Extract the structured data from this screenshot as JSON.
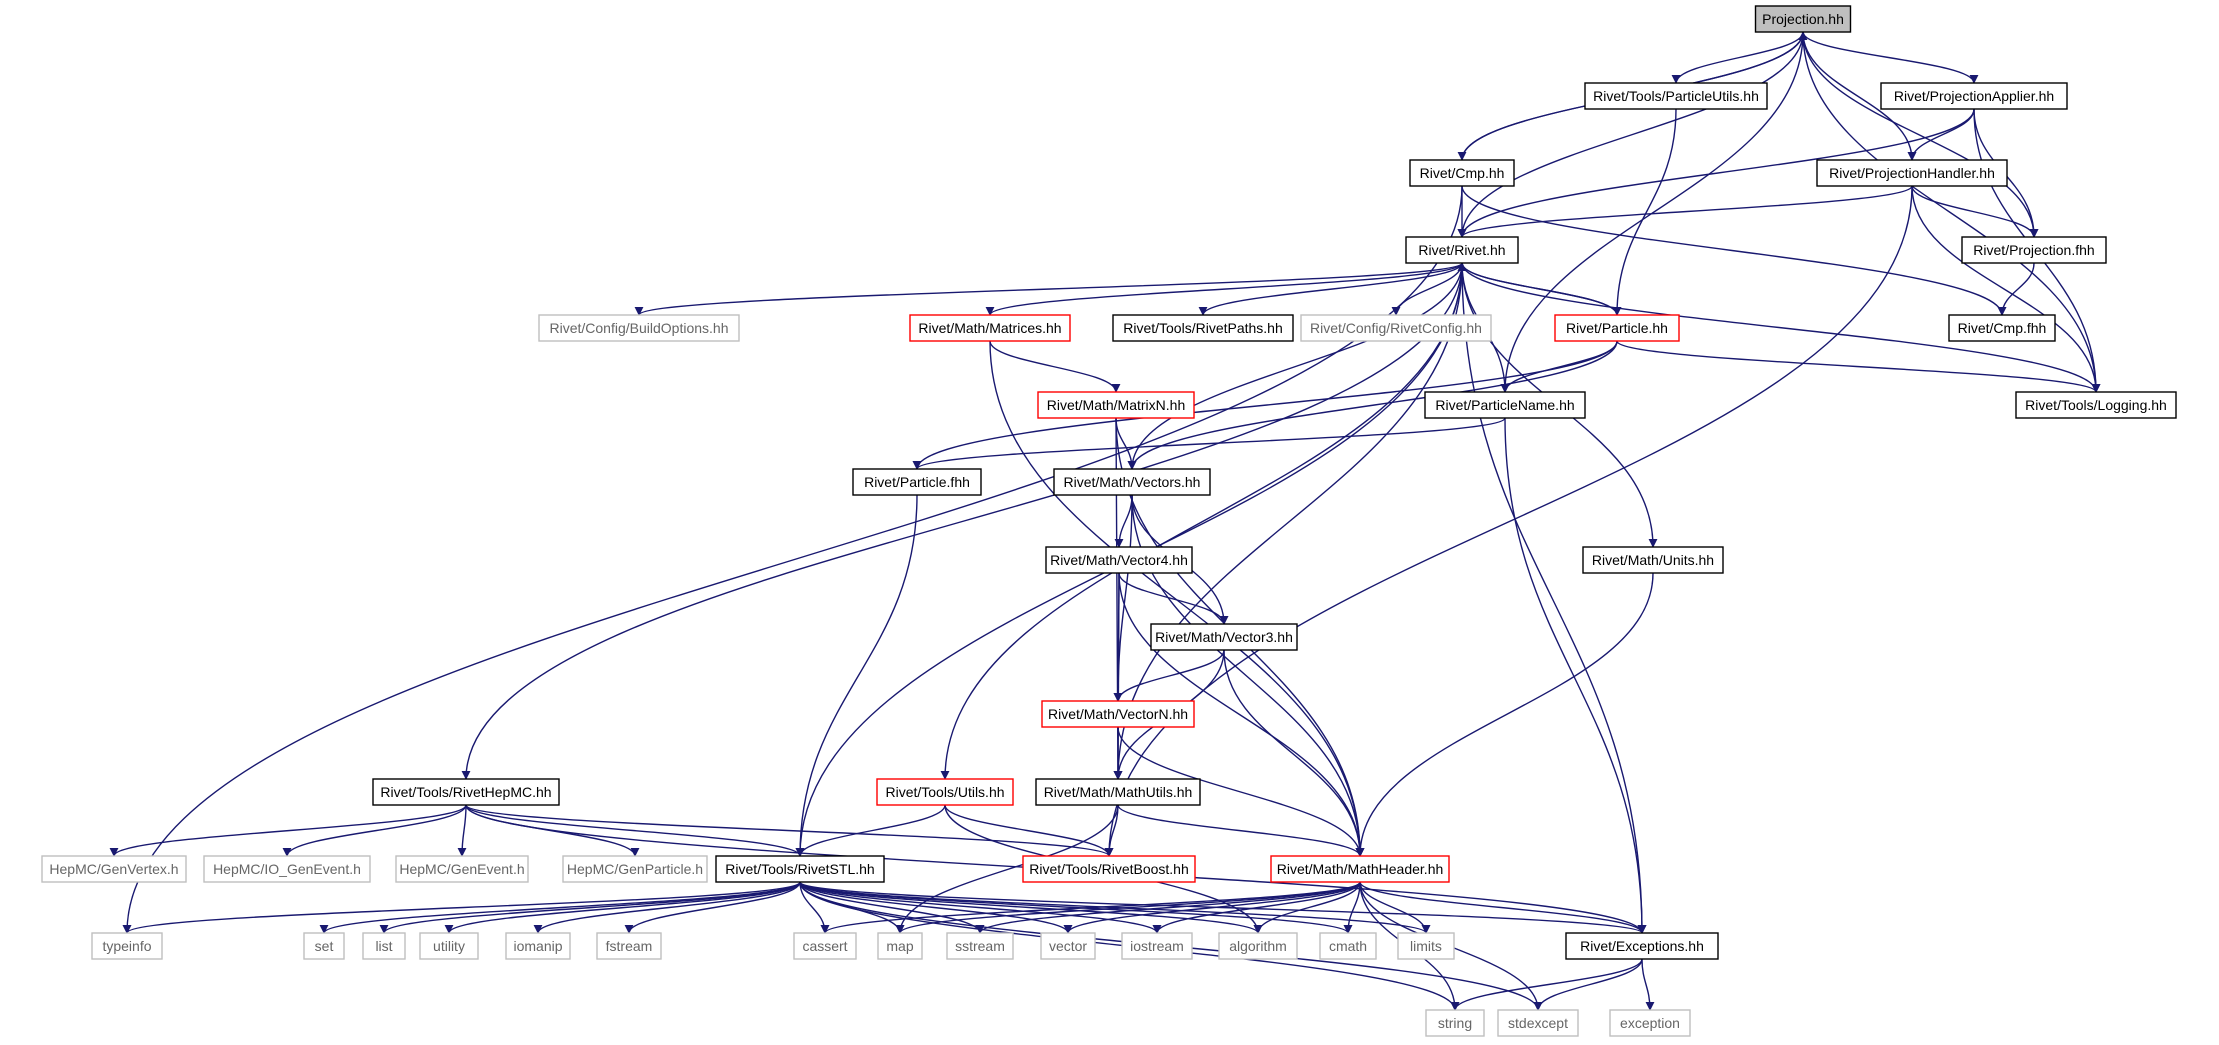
{
  "colors": {
    "edge": "#191970",
    "root_fill": "#bfbfbf",
    "border_normal": "#000000",
    "border_incomplete": "#ff0000",
    "border_external": "#bfbfbf",
    "text_normal": "#000000",
    "text_external": "#666666"
  },
  "nodes": [
    {
      "id": "projection",
      "label": "Projection.hh",
      "kind": "root"
    },
    {
      "id": "particleutils",
      "label": "Rivet/Tools/ParticleUtils.hh",
      "kind": "normal"
    },
    {
      "id": "projapplier",
      "label": "Rivet/ProjectionApplier.hh",
      "kind": "normal"
    },
    {
      "id": "cmp",
      "label": "Rivet/Cmp.hh",
      "kind": "normal"
    },
    {
      "id": "projhandler",
      "label": "Rivet/ProjectionHandler.hh",
      "kind": "normal"
    },
    {
      "id": "rivet",
      "label": "Rivet/Rivet.hh",
      "kind": "normal"
    },
    {
      "id": "projfhh",
      "label": "Rivet/Projection.fhh",
      "kind": "normal"
    },
    {
      "id": "buildoptions",
      "label": "Rivet/Config/BuildOptions.hh",
      "kind": "external"
    },
    {
      "id": "matrices",
      "label": "Rivet/Math/Matrices.hh",
      "kind": "incomplete"
    },
    {
      "id": "rivetpaths",
      "label": "Rivet/Tools/RivetPaths.hh",
      "kind": "normal"
    },
    {
      "id": "rivetconfig",
      "label": "Rivet/Config/RivetConfig.hh",
      "kind": "external"
    },
    {
      "id": "particle",
      "label": "Rivet/Particle.hh",
      "kind": "incomplete"
    },
    {
      "id": "cmpfhh",
      "label": "Rivet/Cmp.fhh",
      "kind": "normal"
    },
    {
      "id": "matrixn",
      "label": "Rivet/Math/MatrixN.hh",
      "kind": "incomplete"
    },
    {
      "id": "particlename",
      "label": "Rivet/ParticleName.hh",
      "kind": "normal"
    },
    {
      "id": "logging",
      "label": "Rivet/Tools/Logging.hh",
      "kind": "normal"
    },
    {
      "id": "particlefhh",
      "label": "Rivet/Particle.fhh",
      "kind": "normal"
    },
    {
      "id": "vectors",
      "label": "Rivet/Math/Vectors.hh",
      "kind": "normal"
    },
    {
      "id": "vector4",
      "label": "Rivet/Math/Vector4.hh",
      "kind": "normal"
    },
    {
      "id": "units",
      "label": "Rivet/Math/Units.hh",
      "kind": "normal"
    },
    {
      "id": "vector3",
      "label": "Rivet/Math/Vector3.hh",
      "kind": "normal"
    },
    {
      "id": "vectorn",
      "label": "Rivet/Math/VectorN.hh",
      "kind": "incomplete"
    },
    {
      "id": "rivethepmc",
      "label": "Rivet/Tools/RivetHepMC.hh",
      "kind": "normal"
    },
    {
      "id": "utils",
      "label": "Rivet/Tools/Utils.hh",
      "kind": "incomplete"
    },
    {
      "id": "mathutils",
      "label": "Rivet/Math/MathUtils.hh",
      "kind": "normal"
    },
    {
      "id": "genvertex",
      "label": "HepMC/GenVertex.h",
      "kind": "external"
    },
    {
      "id": "io_genevent",
      "label": "HepMC/IO_GenEvent.h",
      "kind": "external"
    },
    {
      "id": "genevent",
      "label": "HepMC/GenEvent.h",
      "kind": "external"
    },
    {
      "id": "genparticle",
      "label": "HepMC/GenParticle.h",
      "kind": "external"
    },
    {
      "id": "rivetstl",
      "label": "Rivet/Tools/RivetSTL.hh",
      "kind": "normal"
    },
    {
      "id": "rivetboost",
      "label": "Rivet/Tools/RivetBoost.hh",
      "kind": "incomplete"
    },
    {
      "id": "mathheader",
      "label": "Rivet/Math/MathHeader.hh",
      "kind": "incomplete"
    },
    {
      "id": "typeinfo",
      "label": "typeinfo",
      "kind": "external"
    },
    {
      "id": "set",
      "label": "set",
      "kind": "external"
    },
    {
      "id": "list",
      "label": "list",
      "kind": "external"
    },
    {
      "id": "utility",
      "label": "utility",
      "kind": "external"
    },
    {
      "id": "iomanip",
      "label": "iomanip",
      "kind": "external"
    },
    {
      "id": "fstream",
      "label": "fstream",
      "kind": "external"
    },
    {
      "id": "cassert",
      "label": "cassert",
      "kind": "external"
    },
    {
      "id": "map",
      "label": "map",
      "kind": "external"
    },
    {
      "id": "sstream",
      "label": "sstream",
      "kind": "external"
    },
    {
      "id": "vector",
      "label": "vector",
      "kind": "external"
    },
    {
      "id": "iostream",
      "label": "iostream",
      "kind": "external"
    },
    {
      "id": "algorithm",
      "label": "algorithm",
      "kind": "external"
    },
    {
      "id": "cmath",
      "label": "cmath",
      "kind": "external"
    },
    {
      "id": "limits",
      "label": "limits",
      "kind": "external"
    },
    {
      "id": "exceptions",
      "label": "Rivet/Exceptions.hh",
      "kind": "normal"
    },
    {
      "id": "string",
      "label": "string",
      "kind": "external"
    },
    {
      "id": "stdexcept",
      "label": "stdexcept",
      "kind": "external"
    },
    {
      "id": "exception",
      "label": "exception",
      "kind": "external"
    }
  ],
  "edges": [
    [
      "projection",
      "particleutils"
    ],
    [
      "projection",
      "projapplier"
    ],
    [
      "projection",
      "cmp"
    ],
    [
      "projection",
      "projhandler"
    ],
    [
      "projection",
      "rivet"
    ],
    [
      "projection",
      "projfhh"
    ],
    [
      "projection",
      "particlename"
    ],
    [
      "projection",
      "logging"
    ],
    [
      "cmp",
      "projection"
    ],
    [
      "cmp",
      "rivet"
    ],
    [
      "cmp",
      "cmpfhh"
    ],
    [
      "cmp",
      "typeinfo"
    ],
    [
      "particleutils",
      "particle"
    ],
    [
      "projapplier",
      "rivet"
    ],
    [
      "projapplier",
      "projhandler"
    ],
    [
      "projapplier",
      "projfhh"
    ],
    [
      "projapplier",
      "logging"
    ],
    [
      "projhandler",
      "rivet"
    ],
    [
      "projhandler",
      "projfhh"
    ],
    [
      "projhandler",
      "logging"
    ],
    [
      "projhandler",
      "rivetboost"
    ],
    [
      "projfhh",
      "cmpfhh"
    ],
    [
      "rivet",
      "buildoptions"
    ],
    [
      "rivet",
      "matrices"
    ],
    [
      "rivet",
      "rivetpaths"
    ],
    [
      "rivet",
      "rivetconfig"
    ],
    [
      "rivet",
      "particle"
    ],
    [
      "rivet",
      "particlename"
    ],
    [
      "rivet",
      "vectors"
    ],
    [
      "rivet",
      "units"
    ],
    [
      "rivet",
      "rivethepmc"
    ],
    [
      "rivet",
      "utils"
    ],
    [
      "rivet",
      "mathutils"
    ],
    [
      "rivet",
      "rivetstl"
    ],
    [
      "rivet",
      "exceptions"
    ],
    [
      "particle",
      "rivet"
    ],
    [
      "particle",
      "particlename"
    ],
    [
      "particle",
      "particlefhh"
    ],
    [
      "particle",
      "logging"
    ],
    [
      "particle",
      "vectors"
    ],
    [
      "logging",
      "rivet"
    ],
    [
      "matrices",
      "matrixn"
    ],
    [
      "matrices",
      "mathheader"
    ],
    [
      "matrixn",
      "vectors"
    ],
    [
      "matrixn",
      "mathutils"
    ],
    [
      "matrixn",
      "mathheader"
    ],
    [
      "particlename",
      "particlefhh"
    ],
    [
      "particlename",
      "exceptions"
    ],
    [
      "particlefhh",
      "rivetstl"
    ],
    [
      "vectors",
      "vector4"
    ],
    [
      "vectors",
      "vector3"
    ],
    [
      "vectors",
      "vectorn"
    ],
    [
      "vectors",
      "mathheader"
    ],
    [
      "vector4",
      "vector3"
    ],
    [
      "vector4",
      "vectorn"
    ],
    [
      "vector4",
      "mathutils"
    ],
    [
      "vector4",
      "mathheader"
    ],
    [
      "vector3",
      "vectorn"
    ],
    [
      "vector3",
      "mathutils"
    ],
    [
      "vector3",
      "mathheader"
    ],
    [
      "vectorn",
      "mathutils"
    ],
    [
      "vectorn",
      "mathheader"
    ],
    [
      "units",
      "mathheader"
    ],
    [
      "mathutils",
      "rivetboost"
    ],
    [
      "mathutils",
      "mathheader"
    ],
    [
      "mathutils",
      "map"
    ],
    [
      "utils",
      "rivetstl"
    ],
    [
      "utils",
      "rivetboost"
    ],
    [
      "utils",
      "algorithm"
    ],
    [
      "rivethepmc",
      "genvertex"
    ],
    [
      "rivethepmc",
      "io_genevent"
    ],
    [
      "rivethepmc",
      "genevent"
    ],
    [
      "rivethepmc",
      "genparticle"
    ],
    [
      "rivethepmc",
      "rivetstl"
    ],
    [
      "rivethepmc",
      "rivetboost"
    ],
    [
      "rivethepmc",
      "exceptions"
    ],
    [
      "rivetstl",
      "typeinfo"
    ],
    [
      "rivetstl",
      "set"
    ],
    [
      "rivetstl",
      "list"
    ],
    [
      "rivetstl",
      "utility"
    ],
    [
      "rivetstl",
      "iomanip"
    ],
    [
      "rivetstl",
      "fstream"
    ],
    [
      "rivetstl",
      "cassert"
    ],
    [
      "rivetstl",
      "map"
    ],
    [
      "rivetstl",
      "sstream"
    ],
    [
      "rivetstl",
      "vector"
    ],
    [
      "rivetstl",
      "iostream"
    ],
    [
      "rivetstl",
      "algorithm"
    ],
    [
      "rivetstl",
      "cmath"
    ],
    [
      "rivetstl",
      "limits"
    ],
    [
      "rivetstl",
      "string"
    ],
    [
      "rivetstl",
      "stdexcept"
    ],
    [
      "rivetstl",
      "exceptions"
    ],
    [
      "mathheader",
      "exceptions"
    ],
    [
      "mathheader",
      "cassert"
    ],
    [
      "mathheader",
      "map"
    ],
    [
      "mathheader",
      "sstream"
    ],
    [
      "mathheader",
      "vector"
    ],
    [
      "mathheader",
      "iostream"
    ],
    [
      "mathheader",
      "algorithm"
    ],
    [
      "mathheader",
      "cmath"
    ],
    [
      "mathheader",
      "limits"
    ],
    [
      "mathheader",
      "string"
    ],
    [
      "mathheader",
      "stdexcept"
    ],
    [
      "exceptions",
      "string"
    ],
    [
      "exceptions",
      "stdexcept"
    ],
    [
      "exceptions",
      "exception"
    ]
  ]
}
